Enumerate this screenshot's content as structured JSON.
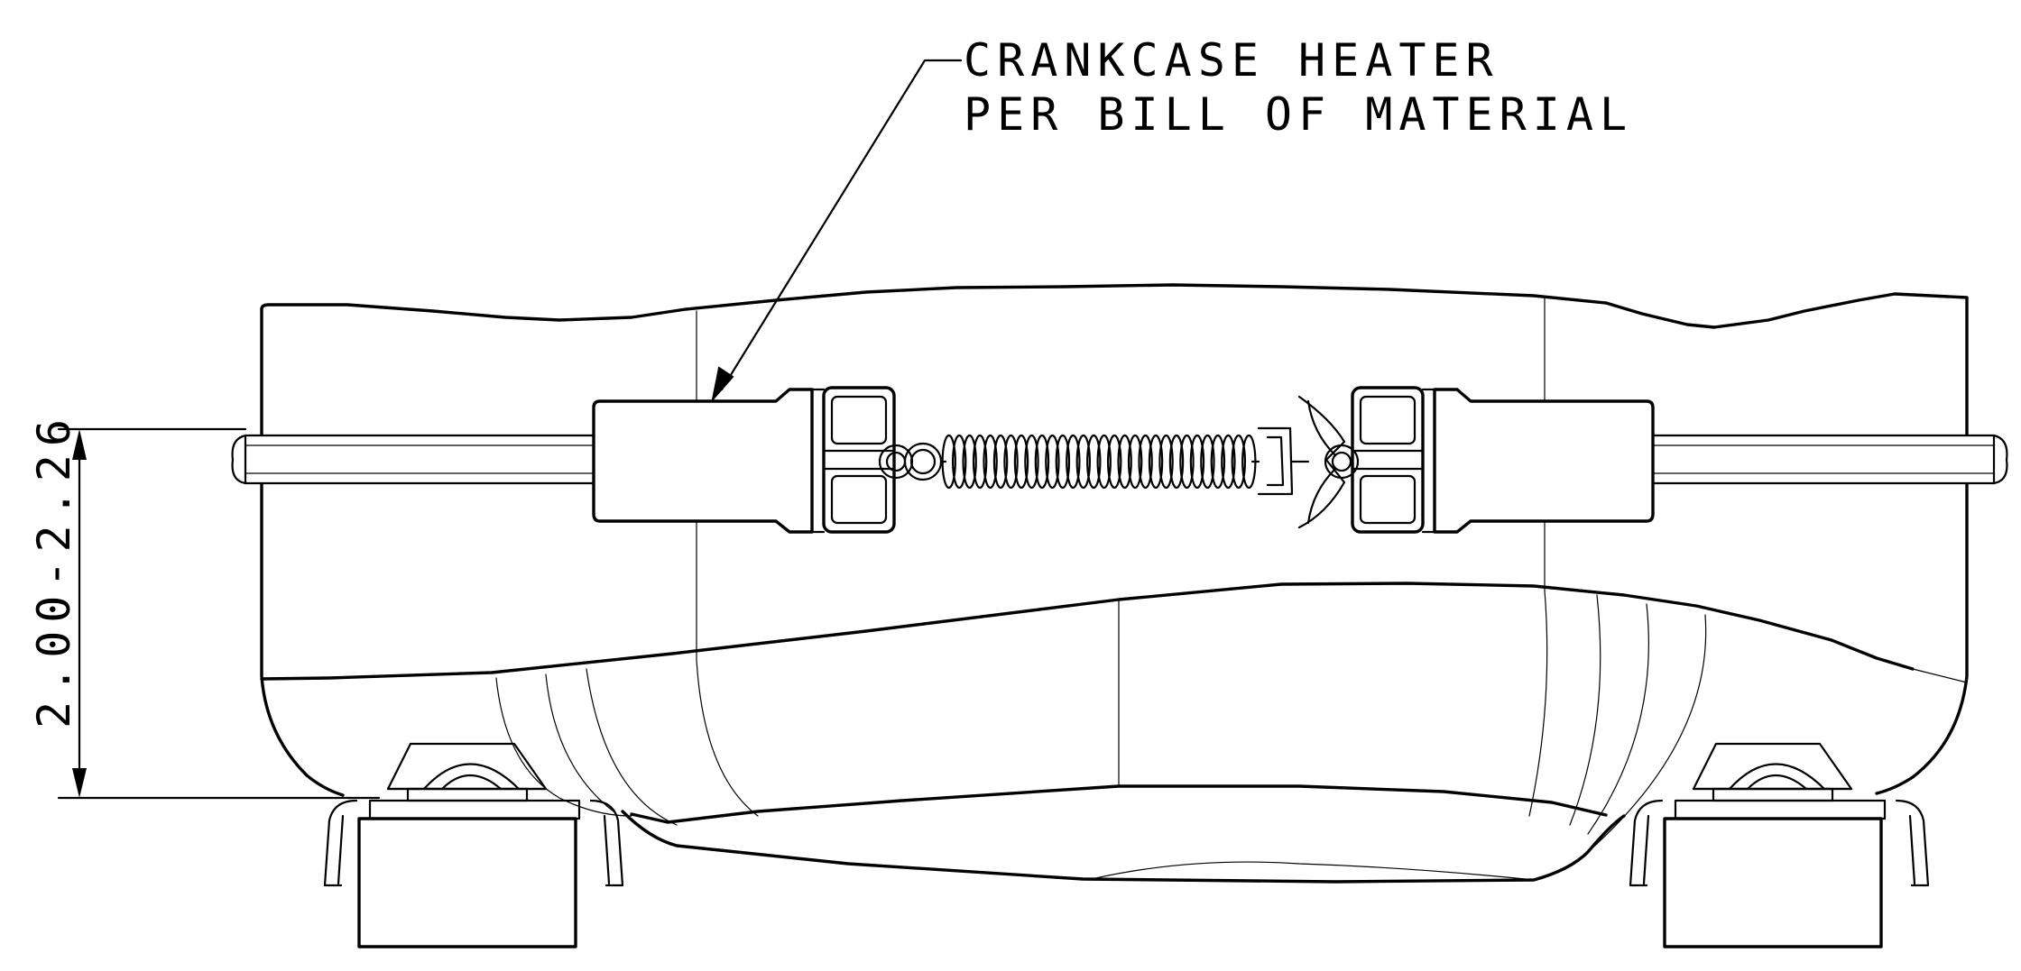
{
  "callout": {
    "line1": "CRANKCASE HEATER",
    "line2": "PER BILL OF MATERIAL"
  },
  "dimension": {
    "text": "2.00-2.26"
  },
  "colors": {
    "line": "#000000",
    "background": "#ffffff"
  }
}
